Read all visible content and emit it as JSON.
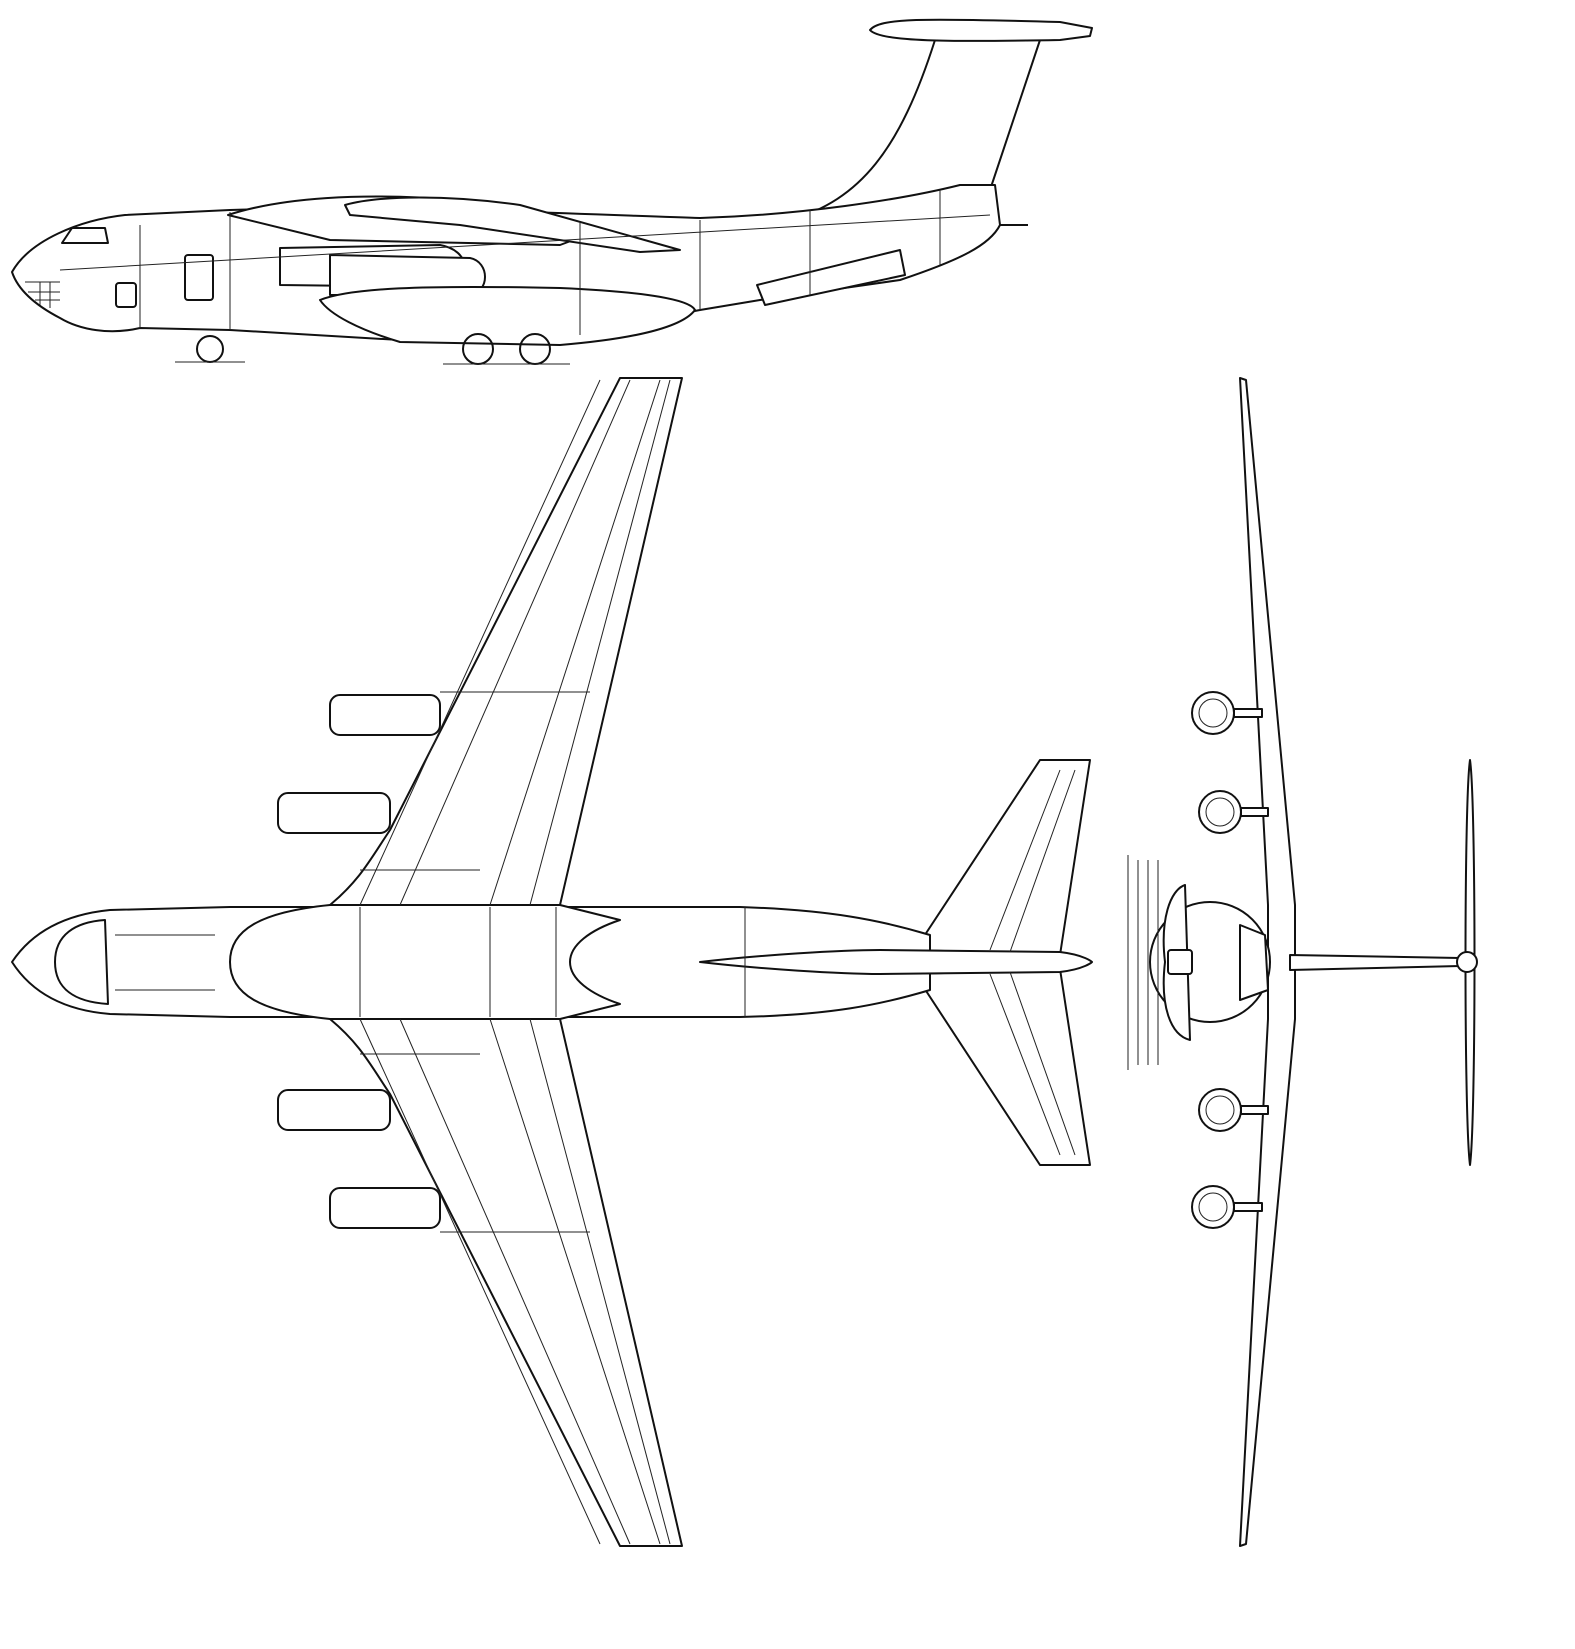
{
  "drawing": {
    "views": [
      "side",
      "top",
      "front"
    ],
    "colors": {
      "line": "#111111",
      "background": "#ffffff"
    }
  }
}
